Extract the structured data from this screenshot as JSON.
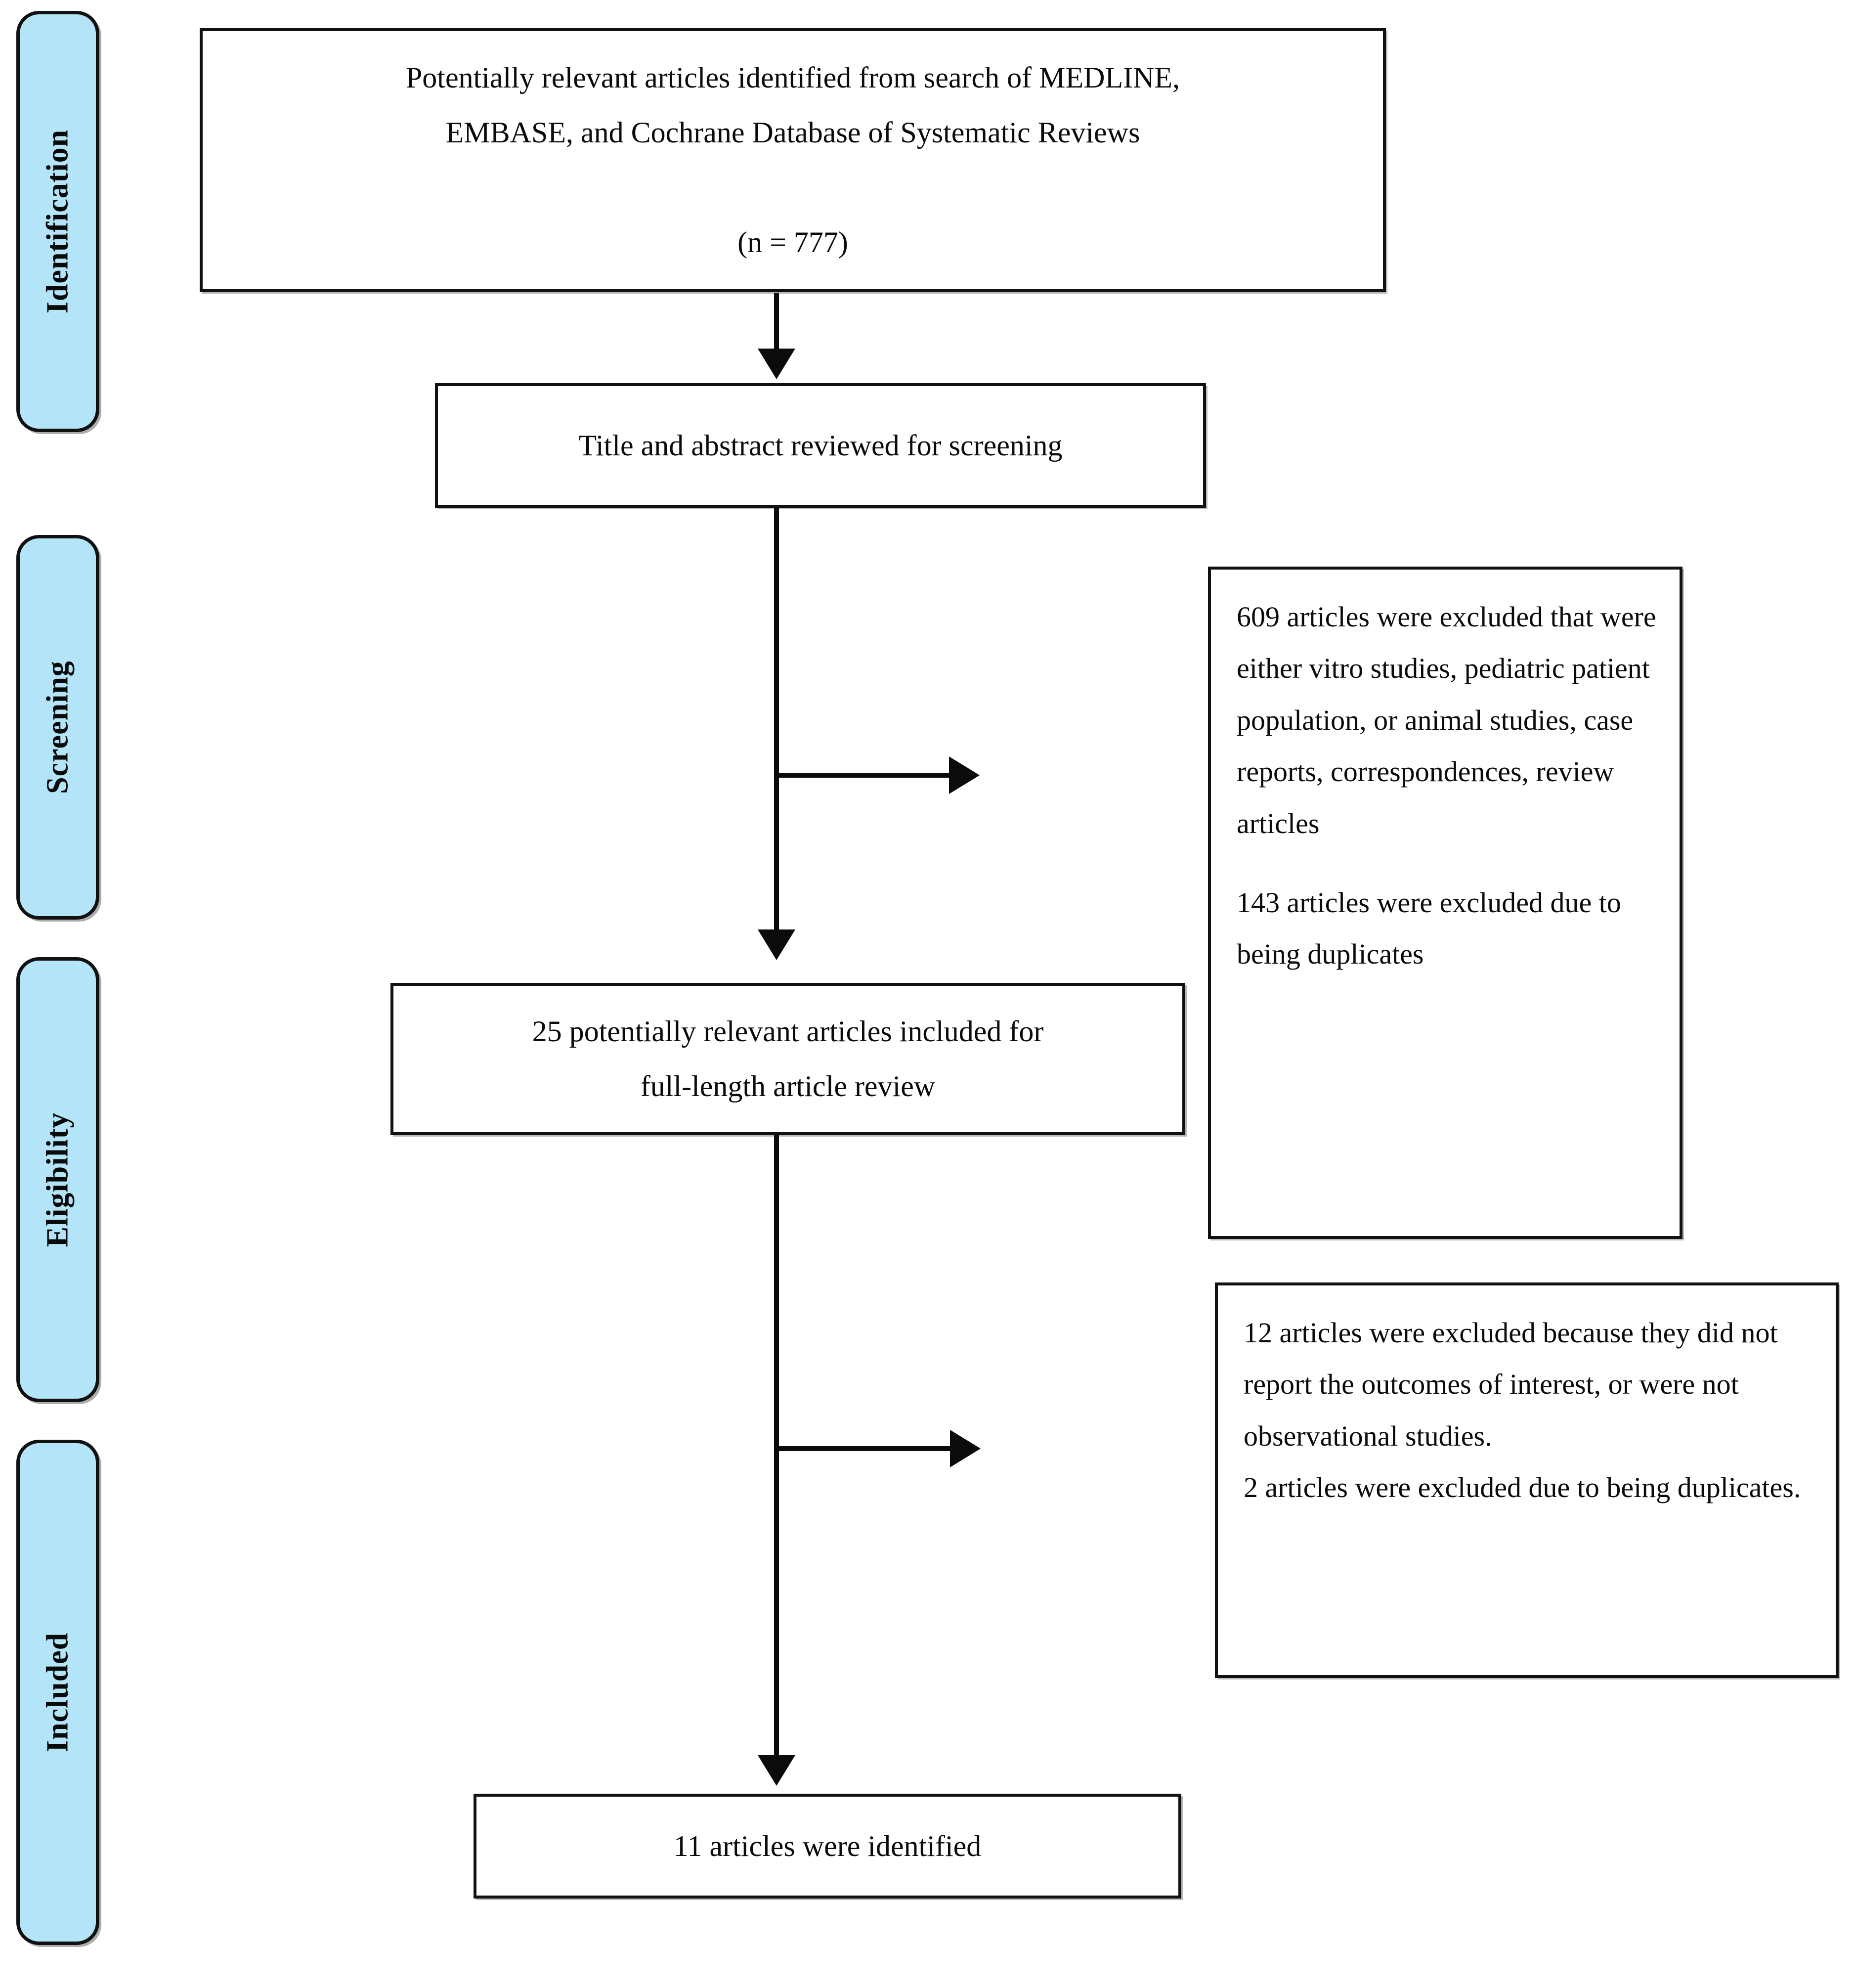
{
  "diagram": {
    "title": "PRISMA study selection flow diagram",
    "accent_color": "#b3e4f7",
    "line_color": "#0b0b0b",
    "stages": [
      {
        "id": "identification",
        "label": "Identification"
      },
      {
        "id": "screening",
        "label": "Screening"
      },
      {
        "id": "eligibility",
        "label": "Eligibility"
      },
      {
        "id": "included",
        "label": "Included"
      }
    ],
    "flow_boxes": [
      {
        "id": "records-identified",
        "text": "Potentially relevant articles identified from search of MEDLINE,\nEMBASE, and Cochrane Database of Systematic Reviews\n\n(n = 777)",
        "count": 777
      },
      {
        "id": "title-abstract-screened",
        "text": "Title and abstract reviewed for screening"
      },
      {
        "id": "full-text-assessed",
        "text": "25 potentially relevant articles included for\nfull-length article review",
        "count": 25
      },
      {
        "id": "studies-included",
        "text": "11 articles were identified",
        "count": 11
      }
    ],
    "exclusion_boxes": [
      {
        "id": "screening-exclusions",
        "paragraphs": [
          "609 articles were excluded that were either vitro studies, pediatric patient population, or animal studies, case reports, correspondences, review articles",
          "143 articles were excluded due to being duplicates"
        ],
        "counts": [
          609,
          143
        ]
      },
      {
        "id": "eligibility-exclusions",
        "paragraphs": [
          "12 articles were excluded because they did not report the outcomes of interest, or were not observational studies.\n2 articles were excluded due to being duplicates."
        ],
        "counts": [
          12,
          2
        ]
      }
    ],
    "connectors": [
      {
        "id": "arrow-identification-to-screening",
        "type": "arrow-down"
      },
      {
        "id": "arrow-screening-to-exclusion-1",
        "type": "arrow-right"
      },
      {
        "id": "arrow-screening-to-eligibility",
        "type": "arrow-down"
      },
      {
        "id": "arrow-eligibility-to-exclusion-2",
        "type": "arrow-right"
      },
      {
        "id": "arrow-eligibility-to-included",
        "type": "arrow-down"
      }
    ]
  }
}
